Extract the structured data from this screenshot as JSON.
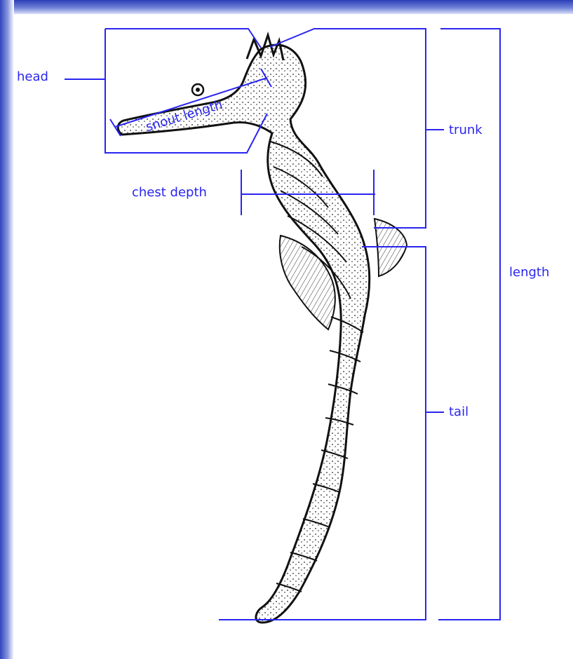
{
  "diagram": {
    "labels": {
      "head": "head",
      "trunk": "trunk",
      "chest_depth": "chest depth",
      "length": "length",
      "tail": "tail",
      "snout_length": "snout length"
    },
    "colors": {
      "accent": "#2a25f0",
      "line": "#2a25f0",
      "illustration": "#111111",
      "background": "#ffffff",
      "frame_top": "#2b3fb8",
      "frame_left": "#3145bd"
    }
  }
}
